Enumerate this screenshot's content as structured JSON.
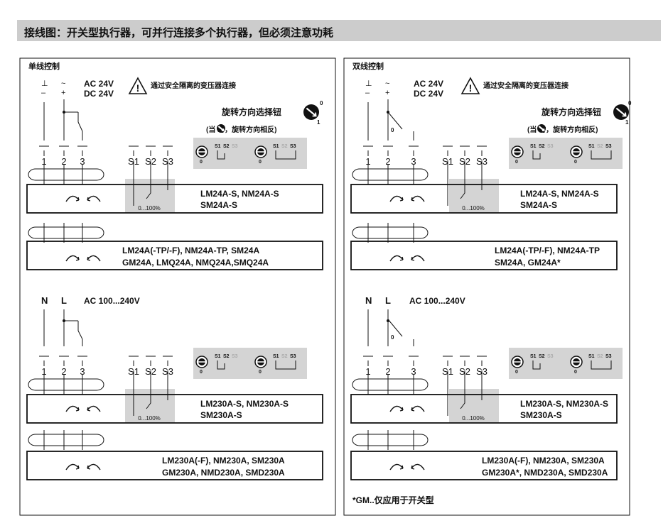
{
  "header": {
    "title": "接线图：开关型执行器，可并行连接多个执行器，但必须注意功耗"
  },
  "left_panel": {
    "title": "单线控制",
    "supply_symbols": [
      "⊥",
      "~",
      "–",
      "+"
    ],
    "supply_voltage": [
      "AC 24V",
      "DC 24V"
    ],
    "warning": "通过安全隔离的变压器连接",
    "selector_title": "旋转方向选择钮",
    "selector_note": "(当 时，旋转方向相反)",
    "selector_positions": [
      "0",
      "1"
    ],
    "terminals": [
      "1",
      "2",
      "3"
    ],
    "switch_terminals": [
      "S1",
      "S2",
      "S3"
    ],
    "switch_range": "0...100%",
    "models_s24": [
      "LM24A-S, NM24A-S",
      "SM24A-S"
    ],
    "models_24": [
      "LM24A(-TP/-F), NM24A-TP, SM24A",
      "GM24A, LMQ24A, NMQ24A,SMQ24A"
    ],
    "mains_labels": [
      "N",
      "L"
    ],
    "mains_voltage": "AC 100...240V",
    "models_s230": [
      "LM230A-S, NM230A-S",
      "SM230A-S"
    ],
    "models_230": [
      "LM230A(-F), NM230A, SM230A",
      "GM230A, NMD230A, SMD230A"
    ]
  },
  "right_panel": {
    "title": "双线控制",
    "supply_symbols": [
      "⊥",
      "~",
      "–",
      "+"
    ],
    "supply_voltage": [
      "AC 24V",
      "DC 24V"
    ],
    "warning": "通过安全隔离的变压器连接",
    "selector_title": "旋转方向选择钮",
    "selector_note": "(当 时，旋转方向相反)",
    "selector_positions": [
      "0",
      "1"
    ],
    "switch_pos_label": "0",
    "terminals": [
      "1",
      "2",
      "3"
    ],
    "switch_terminals": [
      "S1",
      "S2",
      "S3"
    ],
    "switch_range": "0...100%",
    "models_s24": [
      "LM24A-S, NM24A-S",
      "SM24A-S"
    ],
    "models_24": [
      "LM24A(-TP/-F), NM24A-TP",
      "SM24A, GM24A*"
    ],
    "mains_labels": [
      "N",
      "L"
    ],
    "mains_voltage": "AC 100...240V",
    "models_s230": [
      "LM230A-S, NM230A-S",
      "SM230A-S"
    ],
    "models_230": [
      "LM230A(-F), NM230A, SM230A",
      "GM230A*, NMD230A, SMD230A"
    ],
    "footnote": "*GM..仅应用于开关型"
  },
  "colors": {
    "header_bg": "#cccccc",
    "shade": "#d4d4d4",
    "line": "#111111",
    "dim": "#aaaaaa"
  }
}
